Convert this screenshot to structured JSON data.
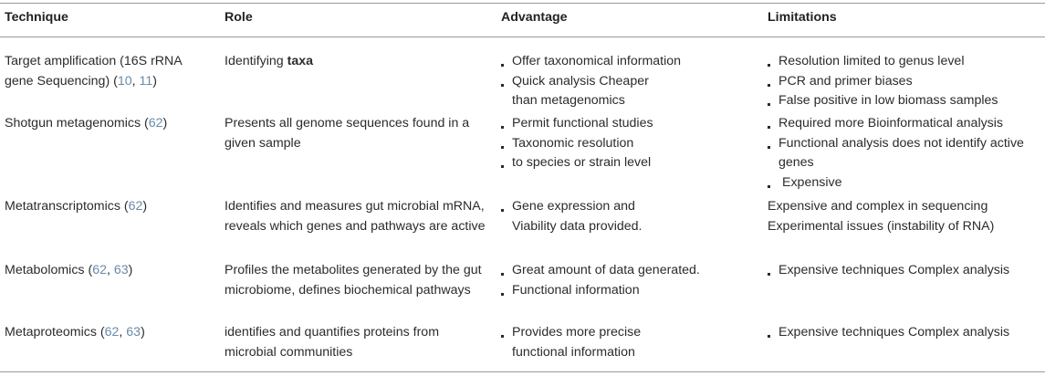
{
  "headers": [
    "Technique",
    "Role",
    "Advantage",
    "Limitations"
  ],
  "rows": [
    {
      "technique": "Target amplification (16S rRNA gene Sequencing)",
      "technique_refs": [
        "10",
        "11"
      ],
      "role_pre": "Identifying ",
      "role_bold": "taxa",
      "advantages": [
        "Offer taxonomical information",
        "Quick analysis Cheaper than metagenomics"
      ],
      "limitations": [
        "Resolution limited to genus level",
        "PCR and primer biases",
        "False positive in low biomass samples"
      ]
    },
    {
      "technique": "Shotgun metagenomics",
      "technique_refs": [
        "62"
      ],
      "role": "Presents all genome sequences found in a given sample",
      "advantages": [
        "Permit functional studies",
        "Taxonomic resolution",
        "to species or strain level"
      ],
      "limitations": [
        "Required more Bioinformatical analysis",
        "Functional analysis does not identify active genes",
        "Expensive"
      ]
    },
    {
      "technique": "Metatranscriptomics",
      "technique_refs": [
        "62"
      ],
      "role": "Identifies and measures gut microbial mRNA, reveals which genes and pathways are active",
      "advantages": [
        "Gene expression and Viability data provided."
      ],
      "limitations_text": "Expensive and complex in sequencing Experimental issues (instability of RNA)"
    },
    {
      "technique": "Metabolomics",
      "technique_refs": [
        "62",
        "63"
      ],
      "role": "Profiles the metabolites generated by the gut microbiome, defines biochemical pathways",
      "advantages": [
        "Great amount of data generated.",
        "Functional information"
      ],
      "limitations": [
        "Expensive techniques Complex analysis"
      ]
    },
    {
      "technique": "Metaproteomics",
      "technique_refs": [
        "62",
        "63"
      ],
      "role": "identifies and quantifies proteins from microbial communities",
      "advantages": [
        "Provides more precise functional information"
      ],
      "limitations": [
        "Expensive techniques Complex analysis"
      ]
    }
  ]
}
